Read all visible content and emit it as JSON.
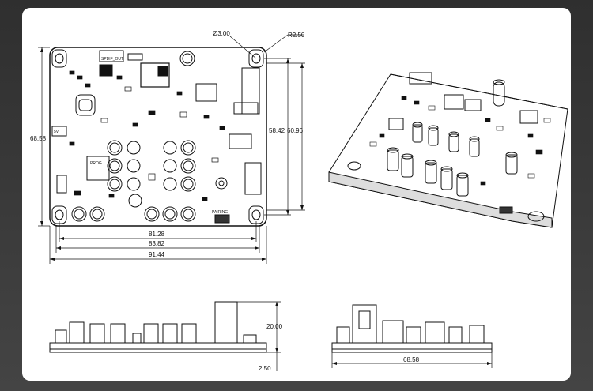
{
  "dimensions": {
    "hole_diameter": "Ø3.00",
    "corner_radius": "R2.50",
    "height_left": "68.58",
    "height_inner": "58.42",
    "height_outer": "60.96",
    "width_inner": "81.28",
    "width_mid": "83.82",
    "width_outer": "91.44",
    "side_height": "20.00",
    "board_thickness": "2.50",
    "end_width": "68.58"
  },
  "board_labels": {
    "spdif_out": "SPDIF_OUT",
    "prog": "PROG",
    "pairing": "PAIRING",
    "voltage": "5V"
  }
}
